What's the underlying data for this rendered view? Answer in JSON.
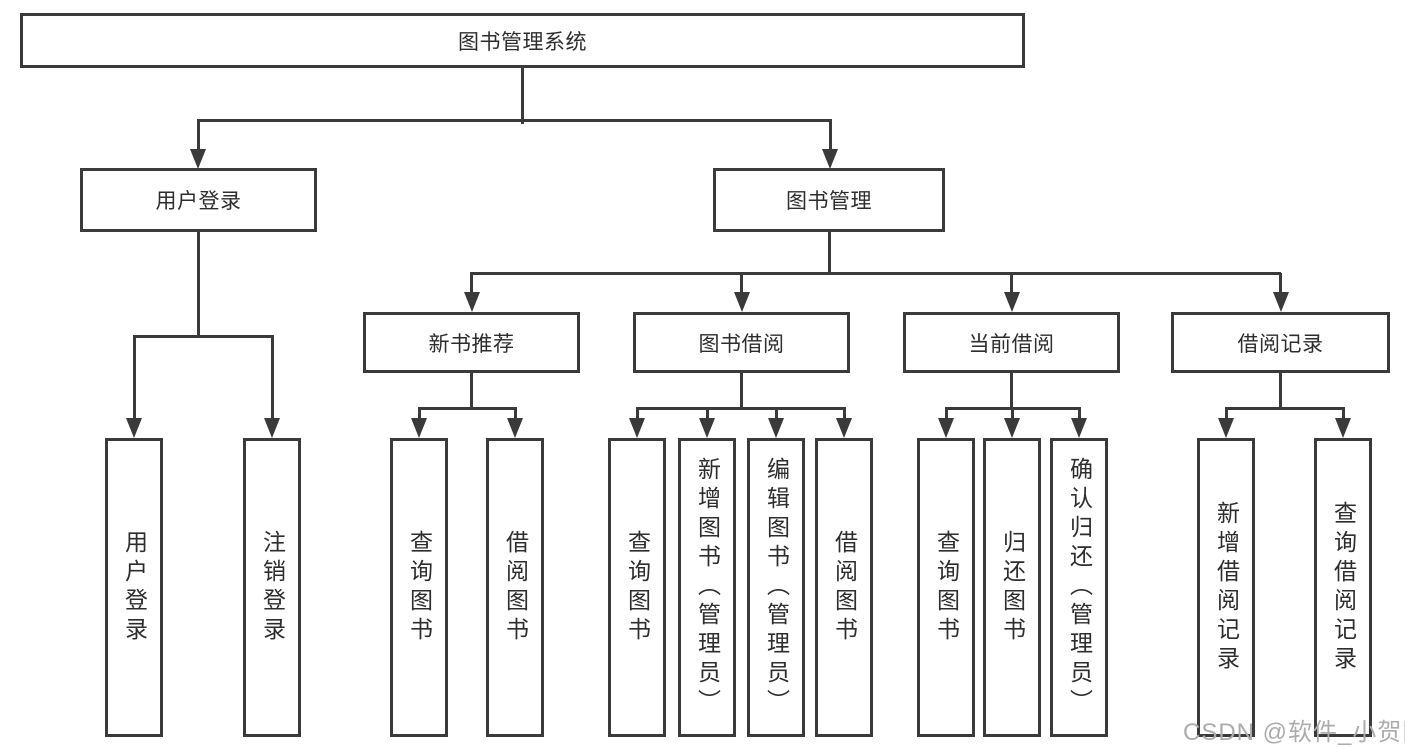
{
  "diagram": {
    "title": "图书管理系统",
    "root": {
      "label": "图书管理系统"
    },
    "branches": [
      {
        "label": "用户登录",
        "children": [
          {
            "label": "用户登录"
          },
          {
            "label": "注销登录"
          }
        ]
      },
      {
        "label": "图书管理",
        "children": [
          {
            "label": "新书推荐",
            "children": [
              {
                "label": "查询图书"
              },
              {
                "label": "借阅图书"
              }
            ]
          },
          {
            "label": "图书借阅",
            "children": [
              {
                "label": "查询图书"
              },
              {
                "label": "新增图书（管理员）"
              },
              {
                "label": "编辑图书（管理员）"
              },
              {
                "label": "借阅图书"
              }
            ]
          },
          {
            "label": "当前借阅",
            "children": [
              {
                "label": "查询图书"
              },
              {
                "label": "归还图书"
              },
              {
                "label": "确认归还（管理员）"
              }
            ]
          },
          {
            "label": "借阅记录",
            "children": [
              {
                "label": "新增借阅记录"
              },
              {
                "label": "查询借阅记录"
              }
            ]
          }
        ]
      }
    ]
  },
  "watermark": {
    "text": "CSDN @软件_小贺同学"
  },
  "colors": {
    "line": "#3a3a3a",
    "text": "#2d2d2d",
    "background": "#ffffff",
    "watermark": "#acacac"
  }
}
